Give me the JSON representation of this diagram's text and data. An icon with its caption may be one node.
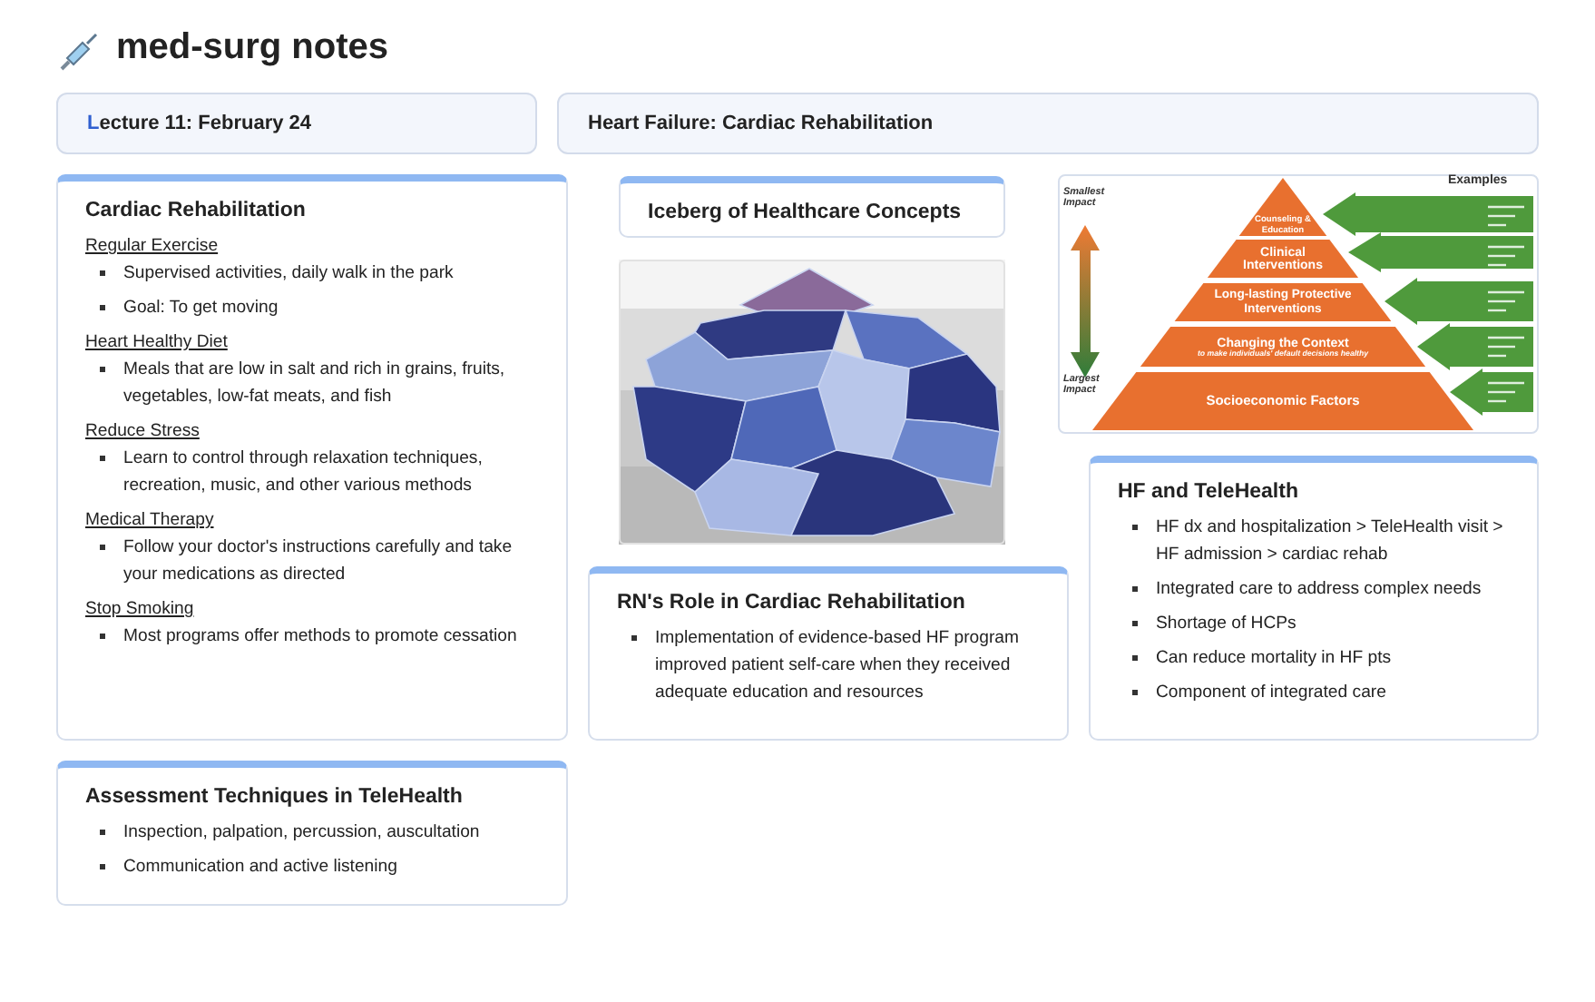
{
  "diagram": {
    "title": "med-surg notes",
    "nodes": [
      {
        "text": [
          "Lecture 11: February 24"
        ]
      },
      {
        "text": [
          "Heart Failure: Cardiac Rehabilitation"
        ]
      },
      {
        "text": [
          "Cardiac Rehabilitation",
          "Regular Exercise",
          "Supervised activities, daily walk in the park",
          "Goal: To get moving",
          "Heart Healthy Diet",
          "Meals that are low in salt and rich in grains, fruits, vegetables, low-fat meats, and fish",
          "Reduce Stress",
          "Learn to control through relaxation techniques, recreation, music, and other various methods",
          "Medical Therapy",
          "Follow your doctor's instructions carefully and take your medications as directed",
          "Stop Smoking",
          "Most programs offer methods to promote cessation"
        ]
      },
      {
        "text": [
          "Iceberg of Healthcare Concepts"
        ]
      },
      {
        "text": [
          "RN's Role in Cardiac Rehabilitation",
          "Implementation of evidence-based HF program improved patient self-care when they received adequate education and resources"
        ]
      },
      {
        "text": [
          "HF and TeleHealth",
          "HF dx and hospitalization > TeleHealth visit > HF admission > cardiac rehab",
          "Integrated care to address complex needs",
          "Shortage of HCPs",
          "Can reduce mortality in HF pts",
          "Component of integrated care"
        ]
      },
      {
        "text": [
          "Assessment Techniques in TeleHealth",
          "Inspection, palpation, percussion, auscultation",
          "Communication and active listening"
        ]
      },
      {
        "text": [
          "Counseling & Education"
        ]
      },
      {
        "text": [
          "Clinical Interventions"
        ]
      },
      {
        "text": [
          "Long-lasting Protective Interventions"
        ]
      },
      {
        "text": [
          "Changing the Context",
          "to make individuals' default decisions healthy"
        ]
      },
      {
        "text": [
          "Socioeconomic Factors"
        ]
      }
    ],
    "edges": [],
    "labels": [
      "Smallest Impact",
      "Largest Impact",
      "Examples"
    ]
  }
}
